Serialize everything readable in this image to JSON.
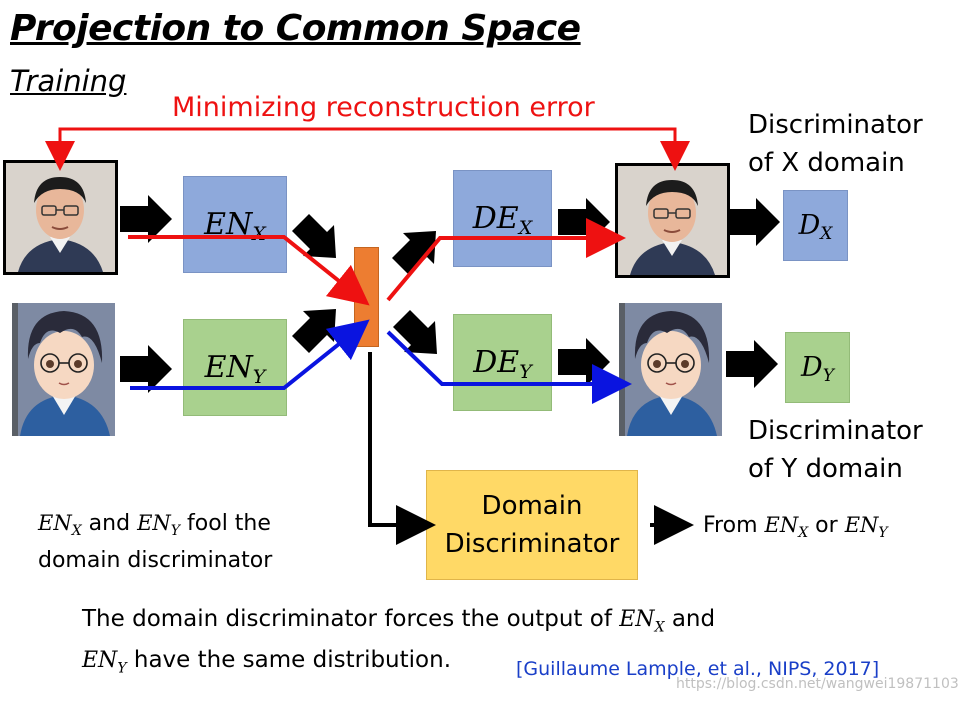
{
  "title": "Projection to Common Space",
  "subtitle": "Training",
  "reconstruction_label": "Minimizing reconstruction error",
  "encoders": {
    "x": {
      "main": "EN",
      "sub": "X"
    },
    "y": {
      "main": "EN",
      "sub": "Y"
    }
  },
  "decoders": {
    "x": {
      "main": "DE",
      "sub": "X"
    },
    "y": {
      "main": "DE",
      "sub": "Y"
    }
  },
  "discriminators": {
    "x": {
      "main": "D",
      "sub": "X",
      "label_line1": "Discriminator",
      "label_line2": "of X domain"
    },
    "y": {
      "main": "D",
      "sub": "Y",
      "label_line1": "Discriminator",
      "label_line2": "of Y domain"
    }
  },
  "domain_discriminator": {
    "line1": "Domain",
    "line2": "Discriminator"
  },
  "fool_note": {
    "en": "EN",
    "x": "X",
    "and": " and ",
    "y": "Y",
    "line1_rest": " fool the",
    "line2": "domain discriminator"
  },
  "from_note": {
    "prefix": "From ",
    "en": "EN",
    "x": "X",
    "or": " or ",
    "y": "Y"
  },
  "bottom_note": {
    "line1_prefix": "The domain discriminator forces the output of ",
    "en": "EN",
    "x": "X",
    "and": " and",
    "y": "Y",
    "line2_rest": " have the same distribution."
  },
  "citation": "[Guillaume Lample, et al., NIPS, 2017]",
  "watermark": "https://blog.csdn.net/wangwei19871103",
  "colors": {
    "red_path": "#ee1111",
    "blue_path": "#0a14e0",
    "encoder_x": "#8ea9db",
    "encoder_y": "#a9d18e",
    "domain_discriminator": "#ffd966",
    "latent": "#ed7d31",
    "citation": "#1a3fc8"
  }
}
